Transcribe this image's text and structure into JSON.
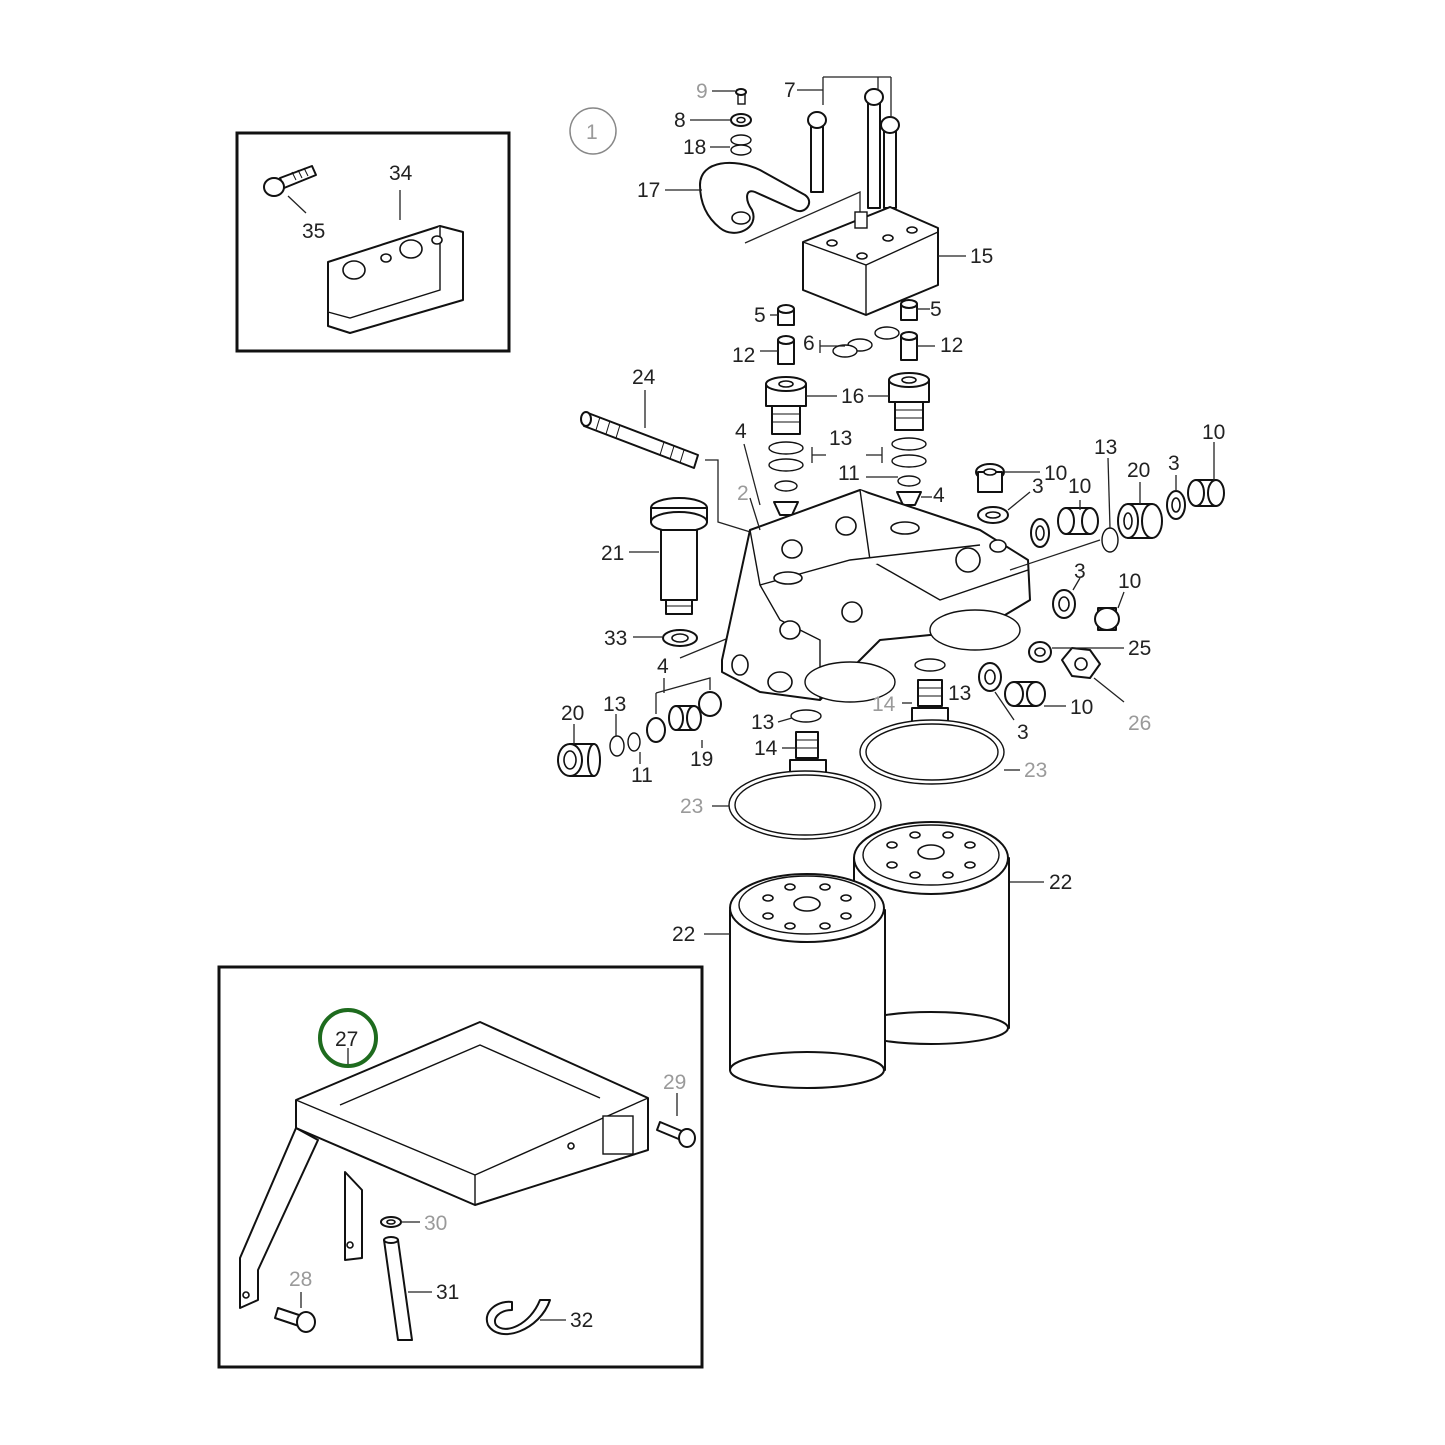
{
  "diagram": {
    "view_marker": "1",
    "highlighted_part": "27",
    "highlight_color": "#1e6b1e",
    "callouts": {
      "p2": "2",
      "p3a": "3",
      "p3b": "3",
      "p3c": "3",
      "p3d": "3",
      "p4a": "4",
      "p4b": "4",
      "p4c": "4",
      "p5a": "5",
      "p5b": "5",
      "p6": "6",
      "p7": "7",
      "p8": "8",
      "p9": "9",
      "p10a": "10",
      "p10b": "10",
      "p10c": "10",
      "p10d": "10",
      "p11a": "11",
      "p11b": "11",
      "p12a": "12",
      "p12b": "12",
      "p13a": "13",
      "p13b": "13",
      "p13c": "13",
      "p13d": "13",
      "p13e": "13",
      "p14a": "14",
      "p14b": "14",
      "p15": "15",
      "p16": "16",
      "p17": "17",
      "p18": "18",
      "p19": "19",
      "p20a": "20",
      "p20b": "20",
      "p21": "21",
      "p22a": "22",
      "p22b": "22",
      "p23a": "23",
      "p23b": "23",
      "p24": "24",
      "p25": "25",
      "p26": "26",
      "p27": "27",
      "p28": "28",
      "p29": "29",
      "p30": "30",
      "p31": "31",
      "p32": "32",
      "p33": "33",
      "p34": "34",
      "p35": "35"
    }
  }
}
